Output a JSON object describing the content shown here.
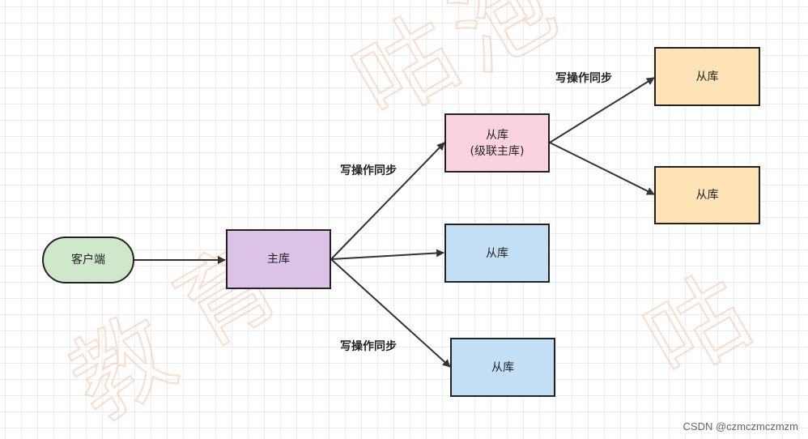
{
  "colors": {
    "client_fill": "#cfe8c9",
    "master_fill": "#dcc2e6",
    "cascade_fill": "#fbd3df",
    "slave_blue_fill": "#c2dff6",
    "slave_orange_fill": "#fde3b5",
    "edge": "#333333"
  },
  "nodes": {
    "client": {
      "label": "客户端"
    },
    "master": {
      "label": "主库"
    },
    "cascade": {
      "label": "从库",
      "sub": "(级联主库)"
    },
    "slave_mid": {
      "label": "从库"
    },
    "slave_bottom": {
      "label": "从库"
    },
    "slave_top_right": {
      "label": "从库"
    },
    "slave_right": {
      "label": "从库"
    }
  },
  "edges": {
    "label_top": "写操作同步",
    "label_mid": "写操作同步",
    "label_bottom": "写操作同步"
  },
  "watermark": {
    "text": "CSDN @czmczmczmzm",
    "art_chars": [
      "咕",
      "泡",
      "教",
      "育"
    ]
  }
}
